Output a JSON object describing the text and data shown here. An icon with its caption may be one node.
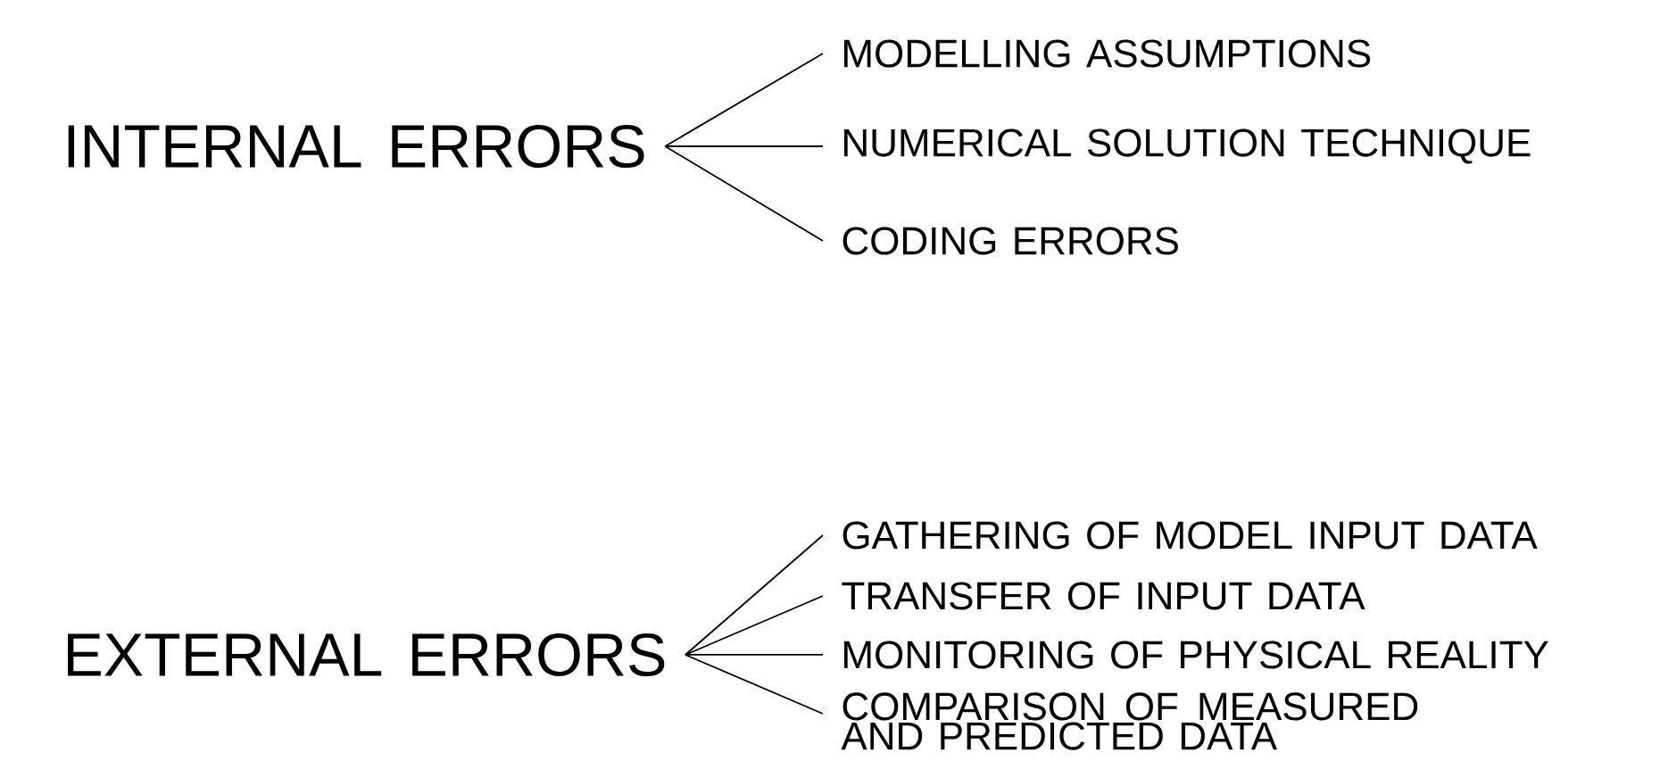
{
  "diagram": {
    "nodes": [
      {
        "text": [
          "INTERNAL ERRORS"
        ]
      },
      {
        "text": [
          "MODELLING ASSUMPTIONS"
        ]
      },
      {
        "text": [
          "NUMERICAL SOLUTION TECHNIQUE"
        ]
      },
      {
        "text": [
          "CODING ERRORS"
        ]
      },
      {
        "text": [
          "EXTERNAL ERRORS"
        ]
      },
      {
        "text": [
          "GATHERING OF MODEL INPUT DATA"
        ]
      },
      {
        "text": [
          "TRANSFER OF INPUT DATA"
        ]
      },
      {
        "text": [
          "MONITORING OF PHYSICAL REALITY"
        ]
      },
      {
        "text": [
          "COMPARISON OF MEASURED AND PREDICTED DATA"
        ]
      }
    ],
    "edges": [
      {
        "from": 0,
        "to": 1,
        "arrow": "none"
      },
      {
        "from": 0,
        "to": 2,
        "arrow": "none"
      },
      {
        "from": 0,
        "to": 3,
        "arrow": "none"
      },
      {
        "from": 4,
        "to": 5,
        "arrow": "none"
      },
      {
        "from": 4,
        "to": 6,
        "arrow": "none"
      },
      {
        "from": 4,
        "to": 7,
        "arrow": "none"
      },
      {
        "from": 4,
        "to": 8,
        "arrow": "none"
      }
    ]
  }
}
